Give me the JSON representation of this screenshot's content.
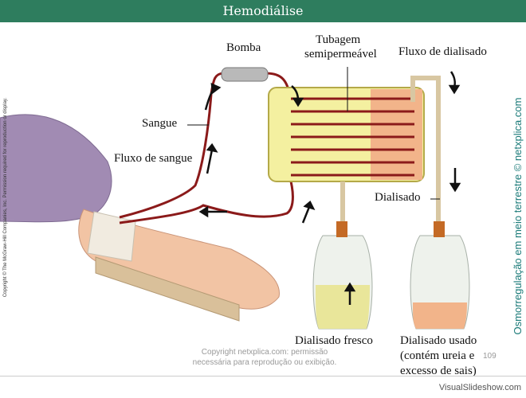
{
  "slide": {
    "title": "Hemodiálise",
    "page_number": "109",
    "copyright_note": "Copyright netxplica.com: permissão necessária para reprodução ou exibição.",
    "side_left_text": "Copyright © The McGraw-Hill Companies, Inc. Permission required for reproduction or display.",
    "side_right_text": "Osmorregulação em meio terrestre © netxplica.com",
    "watermark": "VisualSlideshow.com"
  },
  "diagram": {
    "labels": {
      "bomba": "Bomba",
      "tubagem_1": "Tubagem",
      "tubagem_2": "semipermeável",
      "fluxo_dialisado": "Fluxo de dialisado",
      "sangue": "Sangue",
      "fluxo_sangue": "Fluxo de sangue",
      "dialisado": "Dialisado",
      "dialisado_fresco": "Dialisado fresco",
      "dialisado_usado_1": "Dialisado usado",
      "dialisado_usado_2": "(contém ureia e",
      "dialisado_usado_3": "excesso de sais)"
    },
    "colors": {
      "title_bar": "#2e7d5e",
      "blood": "#8b1a1a",
      "membrane_box": "#f4f0a0",
      "used_dialysate": "#f2b48a",
      "fresh_dialysate": "#e9e69a",
      "skin": "#f2c4a4",
      "sleeve": "#a18bb3"
    }
  }
}
